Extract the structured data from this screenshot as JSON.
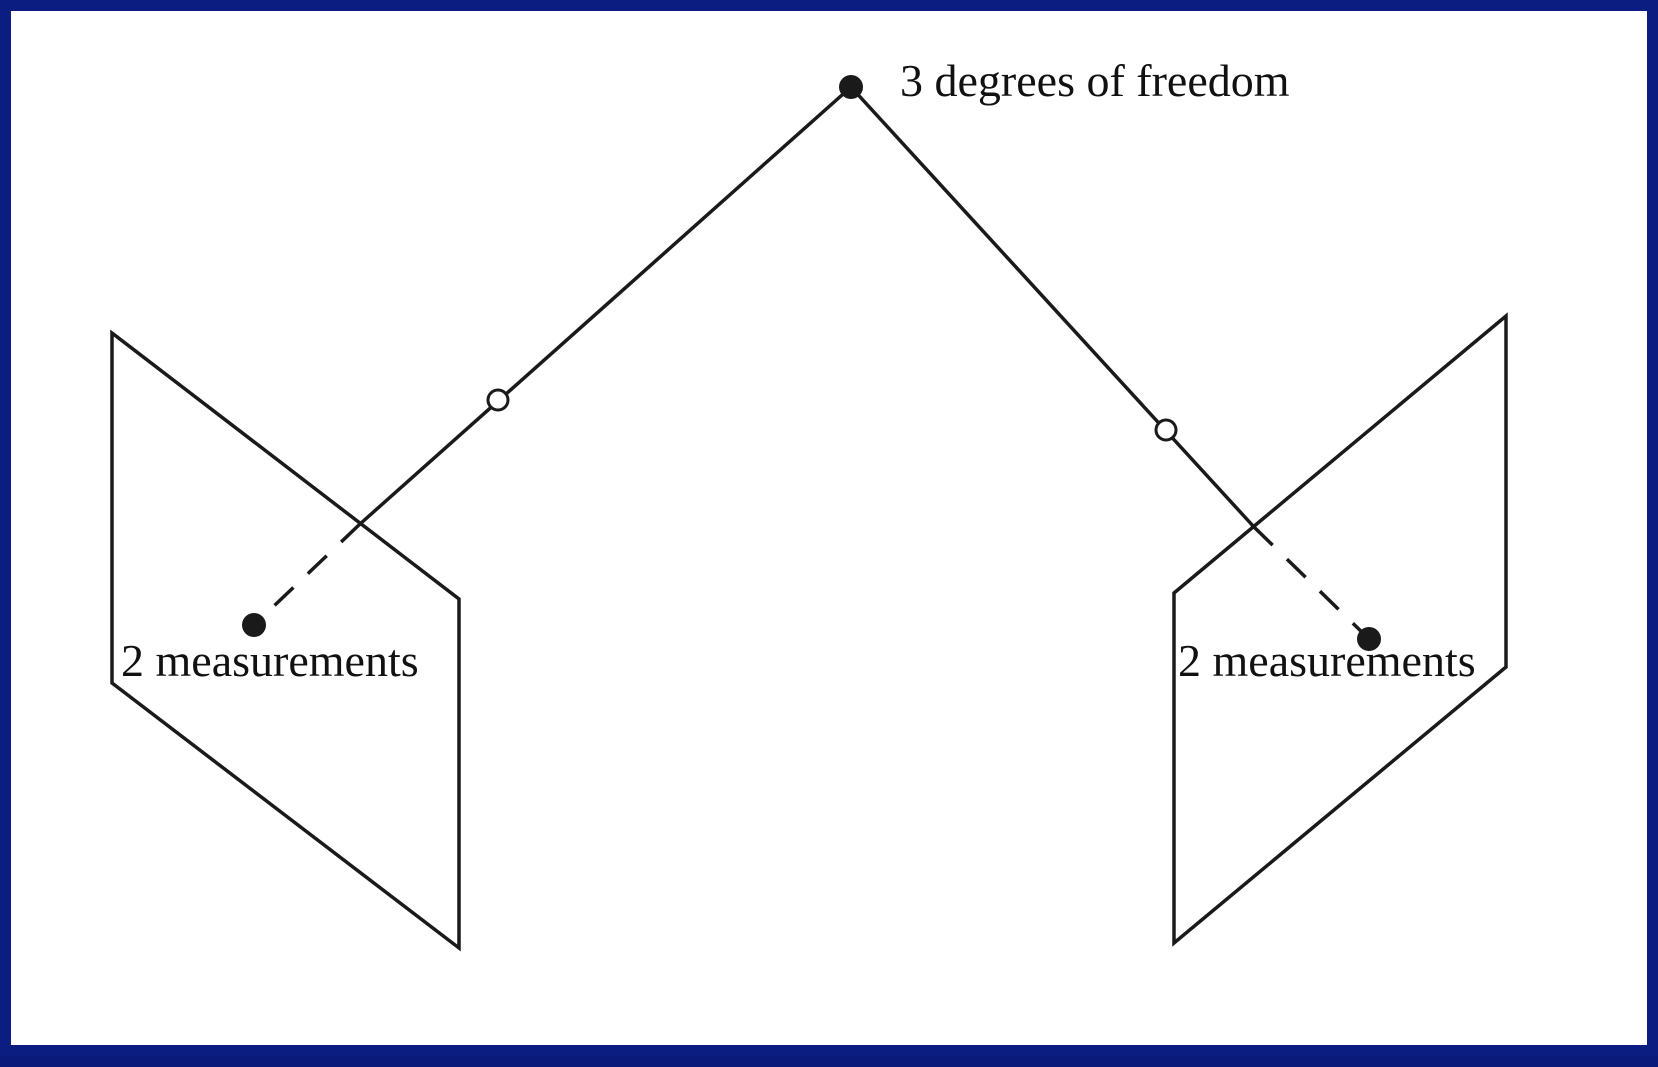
{
  "labels": {
    "world_point": "3 degrees of freedom",
    "left_image_point": "2 measurements",
    "right_image_point": "2 measurements"
  },
  "colors": {
    "border": "#0c1d82",
    "background": "#ffffff",
    "ink": "#1a1a1a"
  }
}
